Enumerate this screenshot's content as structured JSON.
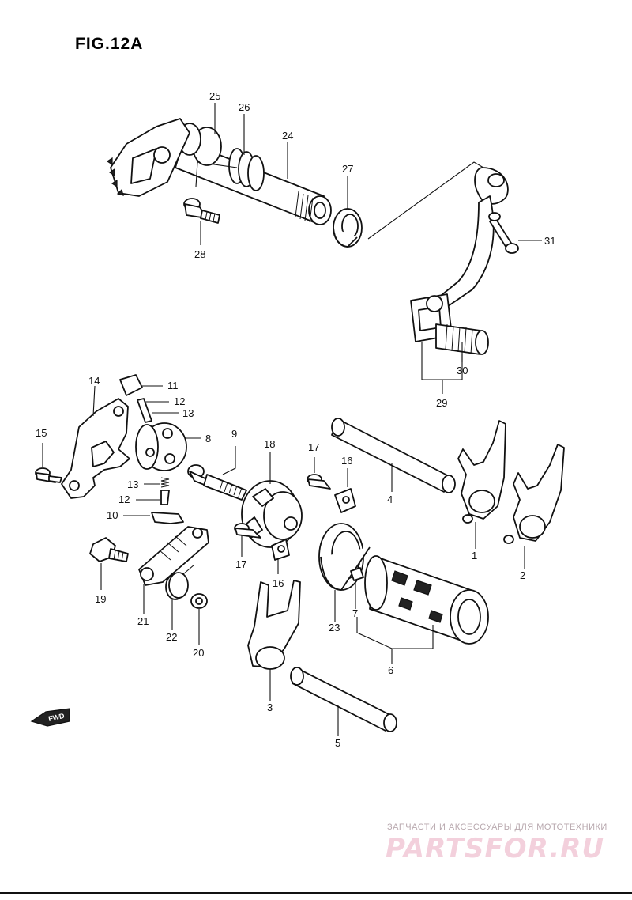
{
  "figure": {
    "title": "FIG.12A"
  },
  "callouts": {
    "c1": "1",
    "c2": "2",
    "c3": "3",
    "c4": "4",
    "c5": "5",
    "c6": "6",
    "c7": "7",
    "c8": "8",
    "c9": "9",
    "c10": "10",
    "c11": "11",
    "c12a": "12",
    "c12b": "12",
    "c13a": "13",
    "c13b": "13",
    "c14": "14",
    "c15": "15",
    "c16a": "16",
    "c16b": "16",
    "c17a": "17",
    "c17b": "17",
    "c18": "18",
    "c19": "19",
    "c20": "20",
    "c21": "21",
    "c22": "22",
    "c23": "23",
    "c24": "24",
    "c25": "25",
    "c26": "26",
    "c27": "27",
    "c28": "28",
    "c29": "29",
    "c30": "30",
    "c31": "31"
  },
  "fwd": {
    "label": "FWD"
  },
  "watermark": {
    "tagline": "ЗАПЧАСТИ И АКСЕССУАРЫ ДЛЯ МОТОТЕХНИКИ",
    "brand": "PARTSFOR.RU"
  },
  "colors": {
    "line": "#111111",
    "watermark": "#f3d0dc",
    "background": "#ffffff"
  }
}
